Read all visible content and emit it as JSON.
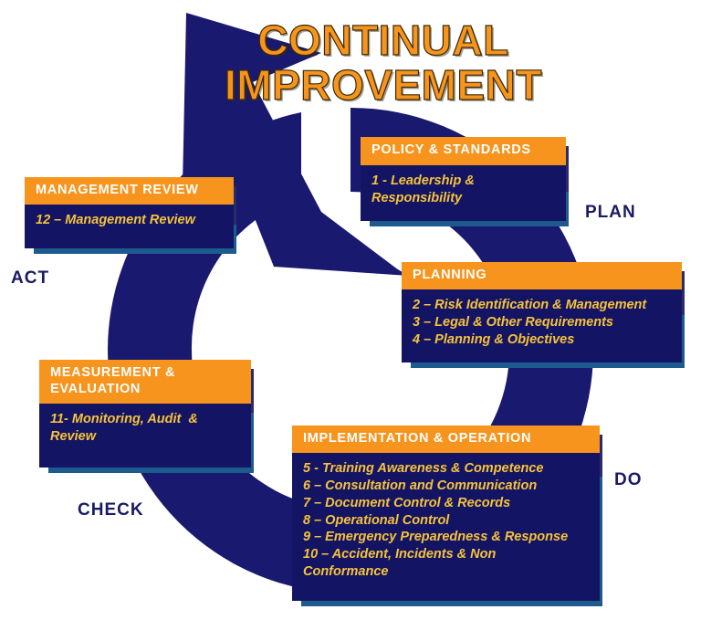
{
  "title": {
    "line1": "CONTINUAL",
    "line2": "IMPROVEMENT",
    "color": "#F7941D"
  },
  "colors": {
    "orange_header": "#F7941D",
    "navy_body": "#141464",
    "arrow_navy": "#191970",
    "gold_text": "#F5C33B",
    "header_text": "#FFFFFF",
    "label_navy": "#1A1A66",
    "shadow_dark": "#2B2A6B",
    "shadow_steel": "#1D5B8F",
    "background": "#FFFFFF"
  },
  "cycle_labels": [
    {
      "id": "plan",
      "text": "PLAN"
    },
    {
      "id": "do",
      "text": "DO"
    },
    {
      "id": "check",
      "text": "CHECK"
    },
    {
      "id": "act",
      "text": "ACT"
    }
  ],
  "boxes": [
    {
      "id": "policy-standards",
      "header": "POLICY & STANDARDS",
      "items": [
        "1 - Leadership &",
        "Responsibility"
      ]
    },
    {
      "id": "planning",
      "header": "PLANNING",
      "items": [
        "2 – Risk Identification & Management",
        "3 – Legal & Other Requirements",
        "4 – Planning & Objectives"
      ]
    },
    {
      "id": "implementation-operation",
      "header": "IMPLEMENTATION & OPERATION",
      "items": [
        "5 - Training Awareness & Competence",
        "6 – Consultation and Communication",
        "7 – Document Control & Records",
        "8 – Operational Control",
        "9 – Emergency Preparedness & Response",
        "10 – Accident, Incidents & Non",
        "Conformance"
      ]
    },
    {
      "id": "measurement-evaluation",
      "header": "MEASUREMENT &\nEVALUATION",
      "items": [
        "11- Monitoring, Audit  &",
        "Review"
      ]
    },
    {
      "id": "management-review",
      "header": "MANAGEMENT REVIEW",
      "items": [
        "12 – Management Review"
      ]
    }
  ],
  "icons": {
    "cycle": "circular-arrow-icon"
  }
}
